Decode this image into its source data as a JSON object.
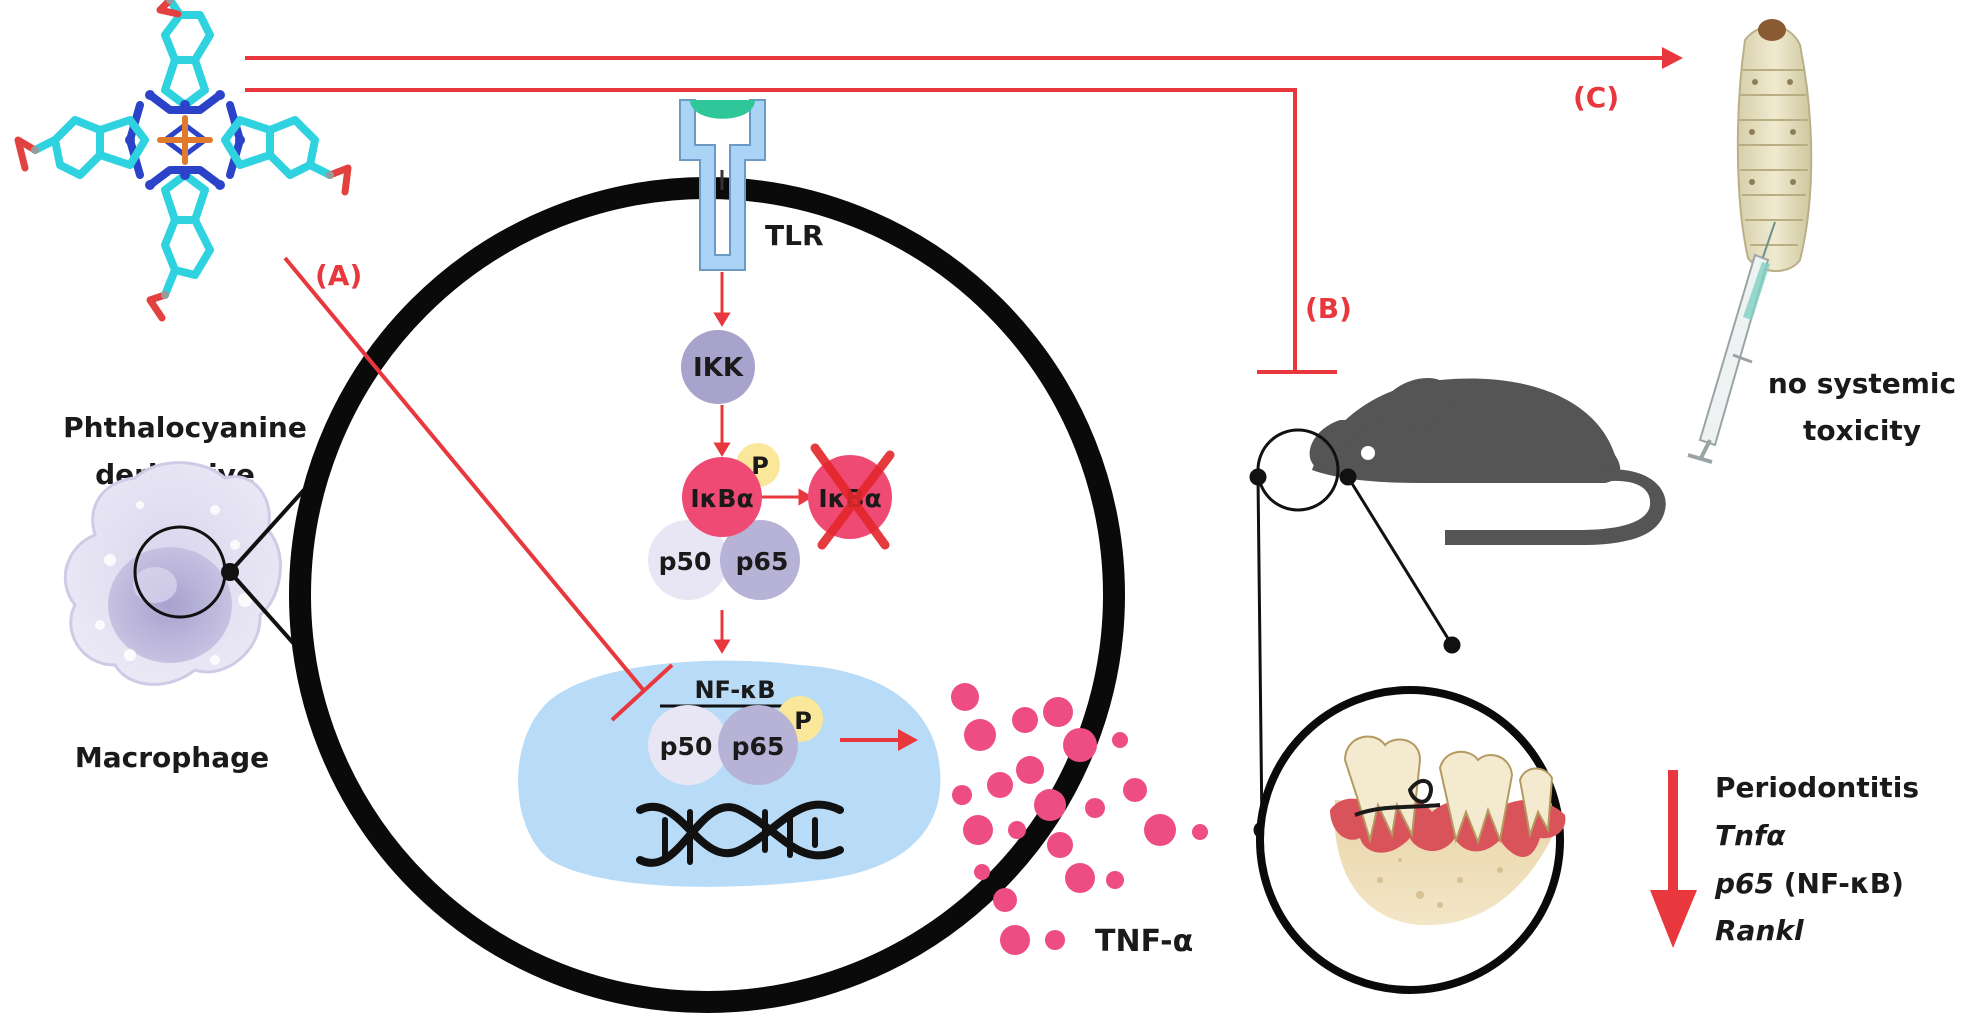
{
  "labels": {
    "compound": [
      "Phthalocyanine",
      "derivative"
    ],
    "macrophage": "Macrophage",
    "receptor": "TLR",
    "ikk": "IKK",
    "phospho": "P",
    "ikba": "IκBα",
    "ikba_degraded": "IκBα",
    "p50": "p50",
    "p65": "p65",
    "nfkb": "NF-κB",
    "tnf": "TNF-α",
    "path_a": "(A)",
    "path_b": "(B)",
    "path_c": "(C)",
    "toxicity": [
      "no systemic",
      "toxicity"
    ],
    "outcome_title": "Periodontitis",
    "outcome_tnf": "Tnfα",
    "outcome_p65": "p65",
    "outcome_p65_suffix": " (NF-κB)",
    "outcome_rankl": "Rankl"
  },
  "colors": {
    "inhibition": "#e8383d",
    "molecule_carbon": "#2fd3df",
    "molecule_nitrogen": "#2b43c9",
    "molecule_oxygen": "#e2413f",
    "ikk": "#a7a3cc",
    "ikba": "#ef4a74",
    "p50": "#e8e6f4",
    "p65": "#b7b3d6",
    "phospho": "#fbe79a",
    "nucleus": "#b8dbf8",
    "tnf_dots": "#ee4d84",
    "mouse": "#555555"
  },
  "icons": {
    "molecule": "phthalocyanine-molecule-icon",
    "macrophage": "macrophage-cell-icon",
    "mouse": "mouse-icon",
    "larva": "larva-icon",
    "syringe": "syringe-icon",
    "dna": "dna-helix-icon",
    "teeth": "periodontal-teeth-icon"
  }
}
